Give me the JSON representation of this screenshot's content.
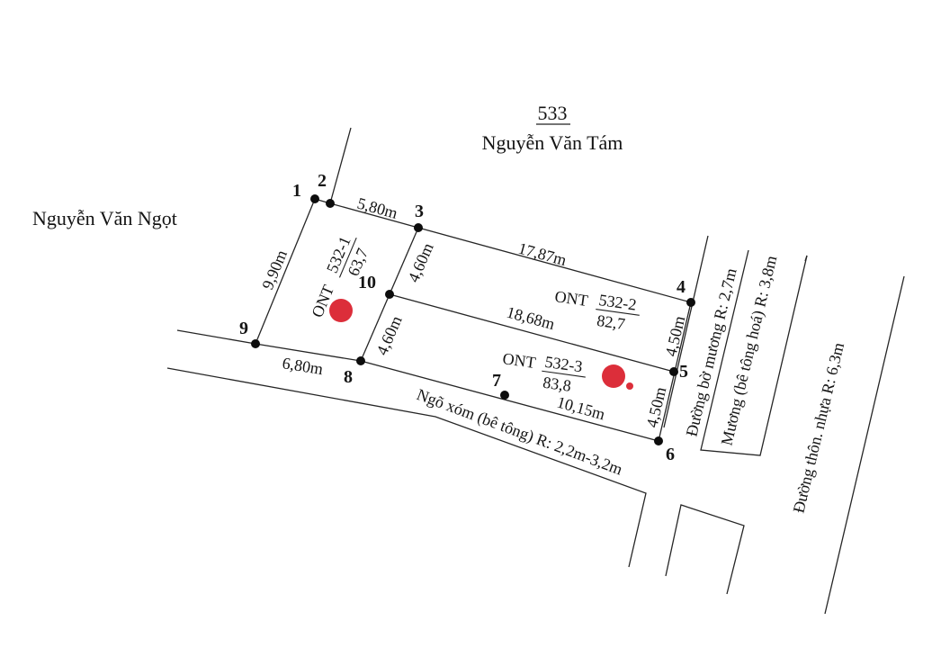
{
  "header": {
    "parcel_number": "533",
    "owner_top": "Nguyễn Văn Tám",
    "owner_left": "Nguyễn Văn Ngọt"
  },
  "points": [
    {
      "id": "1",
      "label": "1"
    },
    {
      "id": "2",
      "label": "2"
    },
    {
      "id": "3",
      "label": "3"
    },
    {
      "id": "4",
      "label": "4"
    },
    {
      "id": "5",
      "label": "5"
    },
    {
      "id": "6",
      "label": "6"
    },
    {
      "id": "7",
      "label": "7"
    },
    {
      "id": "8",
      "label": "8"
    },
    {
      "id": "9",
      "label": "9"
    },
    {
      "id": "10",
      "label": "10"
    }
  ],
  "dimensions": {
    "d_2_3": "5,80m",
    "d_3_4": "17,87m",
    "d_1_9": "9,90m",
    "d_3_10": "4,60m",
    "d_10_8": "4,60m",
    "d_10_5": "18,68m",
    "d_4_5": "4,50m",
    "d_5_6": "4,50m",
    "d_9_8": "6,80m",
    "d_7_6": "10,15m"
  },
  "parcels": [
    {
      "use": "ONT",
      "number": "532-1",
      "area": "63,7",
      "color": "#dc2e3a"
    },
    {
      "use": "ONT",
      "number": "532-2",
      "area": "82,7"
    },
    {
      "use": "ONT",
      "number": "532-3",
      "area": "83,8",
      "color": "#dc2e3a"
    }
  ],
  "roads": {
    "alley": "Ngõ xóm (bê tông) R: 2,2m-3,2m",
    "canal_bank": "Đường bờ mương R: 2,7m",
    "canal": "Mương (bê tông hoá) R: 3,8m",
    "village_road": "Đường thôn. nhựa R: 6,3m"
  }
}
